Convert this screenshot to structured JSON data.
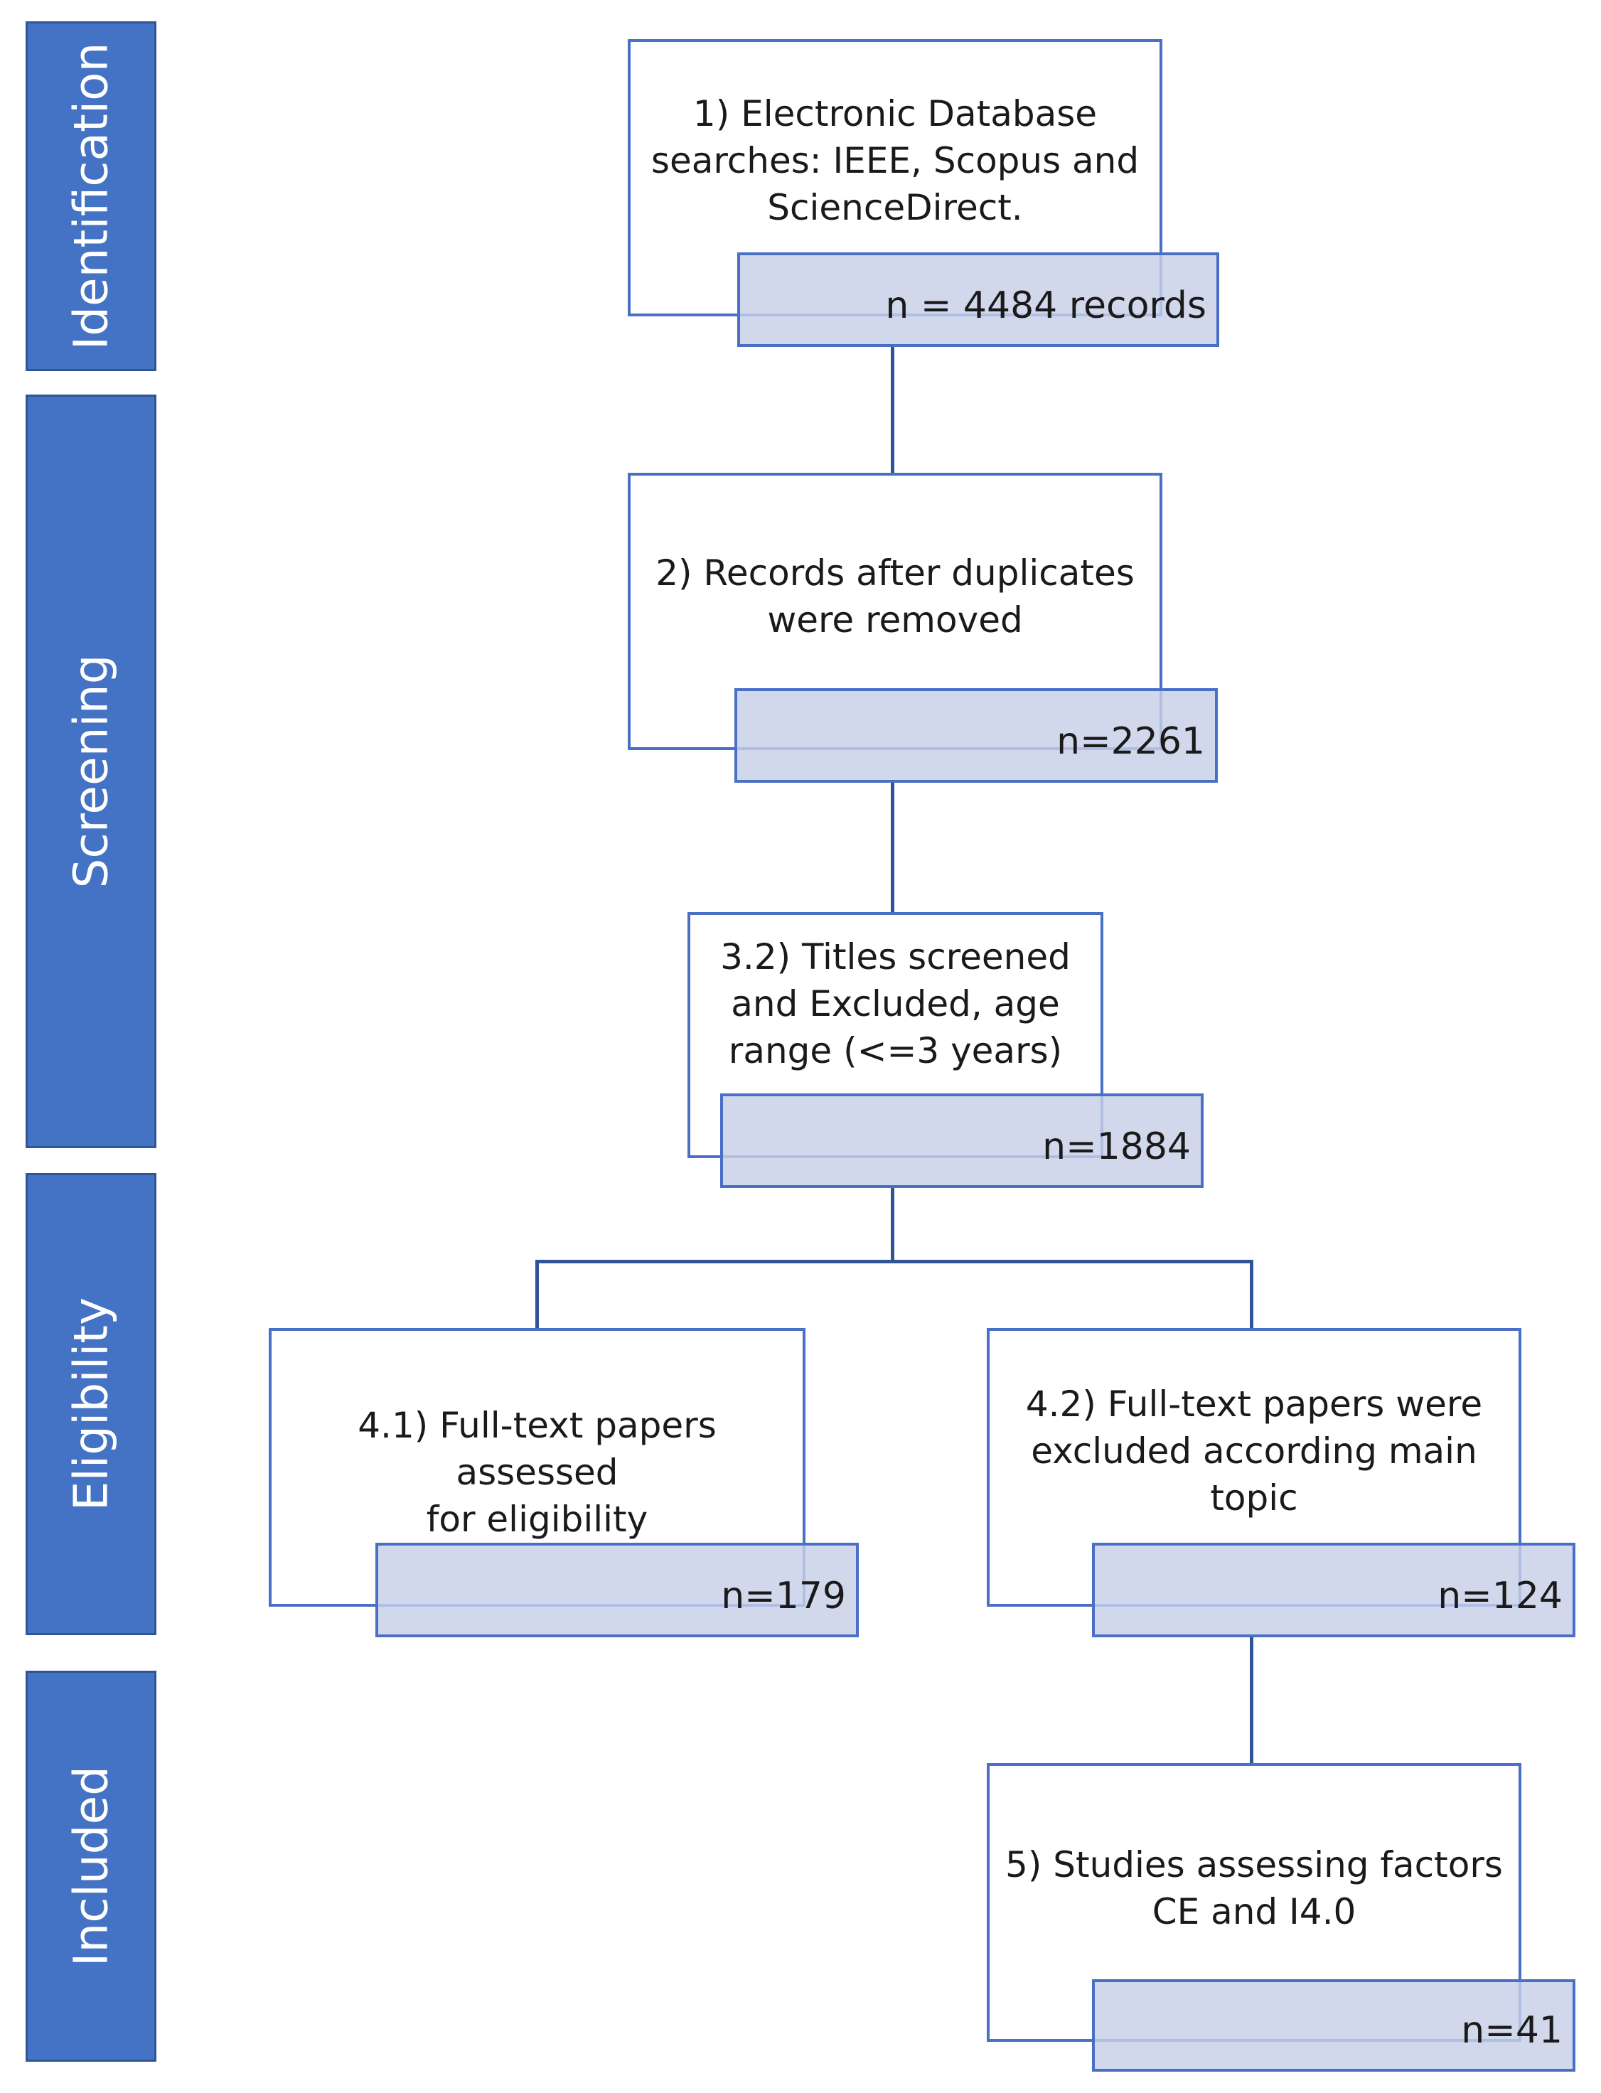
{
  "phases": {
    "identification": "Identification",
    "screening": "Screening",
    "eligibility": "Eligibility",
    "included": "Included"
  },
  "steps": {
    "step1": {
      "lines": [
        "1) Electronic Database",
        "searches: IEEE, Scopus and",
        "ScienceDirect."
      ],
      "count": "n = 4484 records"
    },
    "step2": {
      "lines": [
        "2) Records after duplicates",
        "were removed"
      ],
      "count": "n=2261"
    },
    "step3": {
      "lines": [
        "3.2) Titles screened",
        "and Excluded, age",
        "range (<=3 years)"
      ],
      "count": "n=1884"
    },
    "step4_1": {
      "lines": [
        "4.1) Full-text papers assessed",
        "for eligibility"
      ],
      "count": "n=179"
    },
    "step4_2": {
      "lines": [
        "4.2) Full-text papers were",
        "excluded according main",
        "topic"
      ],
      "count": "n=124"
    },
    "step5": {
      "lines": [
        "5) Studies assessing factors",
        "CE and I4.0"
      ],
      "count": "n=41"
    }
  },
  "colors": {
    "phase_fill": "#4472c4",
    "box_border": "#4a6fc6",
    "count_fill": "#c7cfe8",
    "connector": "#2f5597"
  }
}
